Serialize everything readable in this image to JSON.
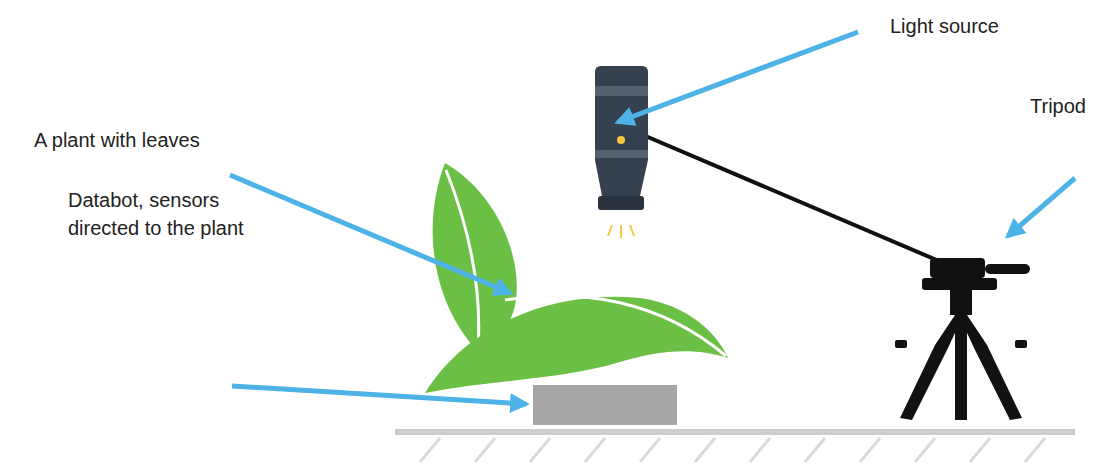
{
  "diagram": {
    "labels": [
      "Light source",
      "Tripod",
      "A plant with leaves",
      "Databot, sensors directed to the plant"
    ]
  }
}
